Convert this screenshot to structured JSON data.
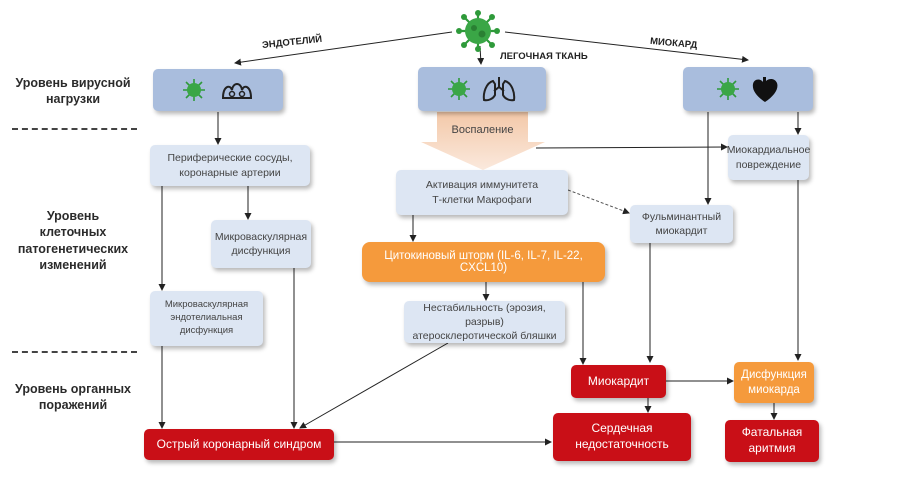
{
  "levels": {
    "viral": "Уровень вирусной\nнагрузки",
    "cellular": "Уровень\nклеточных\nпатогенетических\nизменений",
    "organ": "Уровень органных\nпоражений"
  },
  "branches": {
    "left": "ЭНДОТЕЛИЙ",
    "center": "ЛЕГОЧНАЯ ТКАНЬ",
    "right": "МИОКАРД"
  },
  "boxes": {
    "inflammation": "Воспаление",
    "peripheral": "Периферические сосуды,\nкоронарные артерии",
    "microvascular": "Микроваскулярная\nдисфункция",
    "endothelial": "Микроваскулярная\nэндотелиальная\nдисфункция",
    "immune": "Активация иммунитета\nТ-клетки          Макрофаги",
    "cytokine": "Цитокиновый шторм (IL-6, IL-7, IL-22, CXCL10)",
    "instability": "Нестабильность (эрозия, разрыв)\nатеросклеротической бляшки",
    "myocardial_damage": "Миокардиальное\nповреждение",
    "fulminant": "Фульминантный\nмиокардит",
    "myocarditis": "Миокардит",
    "dysfunction": "Дисфункция\nмиокарда",
    "acs": "Острый коронарный синдром",
    "heart_failure": "Сердечная\nнедостаточность",
    "arrhythmia": "Фатальная\nаритмия"
  },
  "colors": {
    "top_box": "#a9bddd",
    "light_box": "#dde6f3",
    "red_box": "#c90f17",
    "orange_box": "#f59a3c",
    "virus": "#2e9a3a"
  },
  "icons": [
    "virus-icon",
    "endothelium-icon",
    "lungs-icon",
    "heart-icon"
  ]
}
